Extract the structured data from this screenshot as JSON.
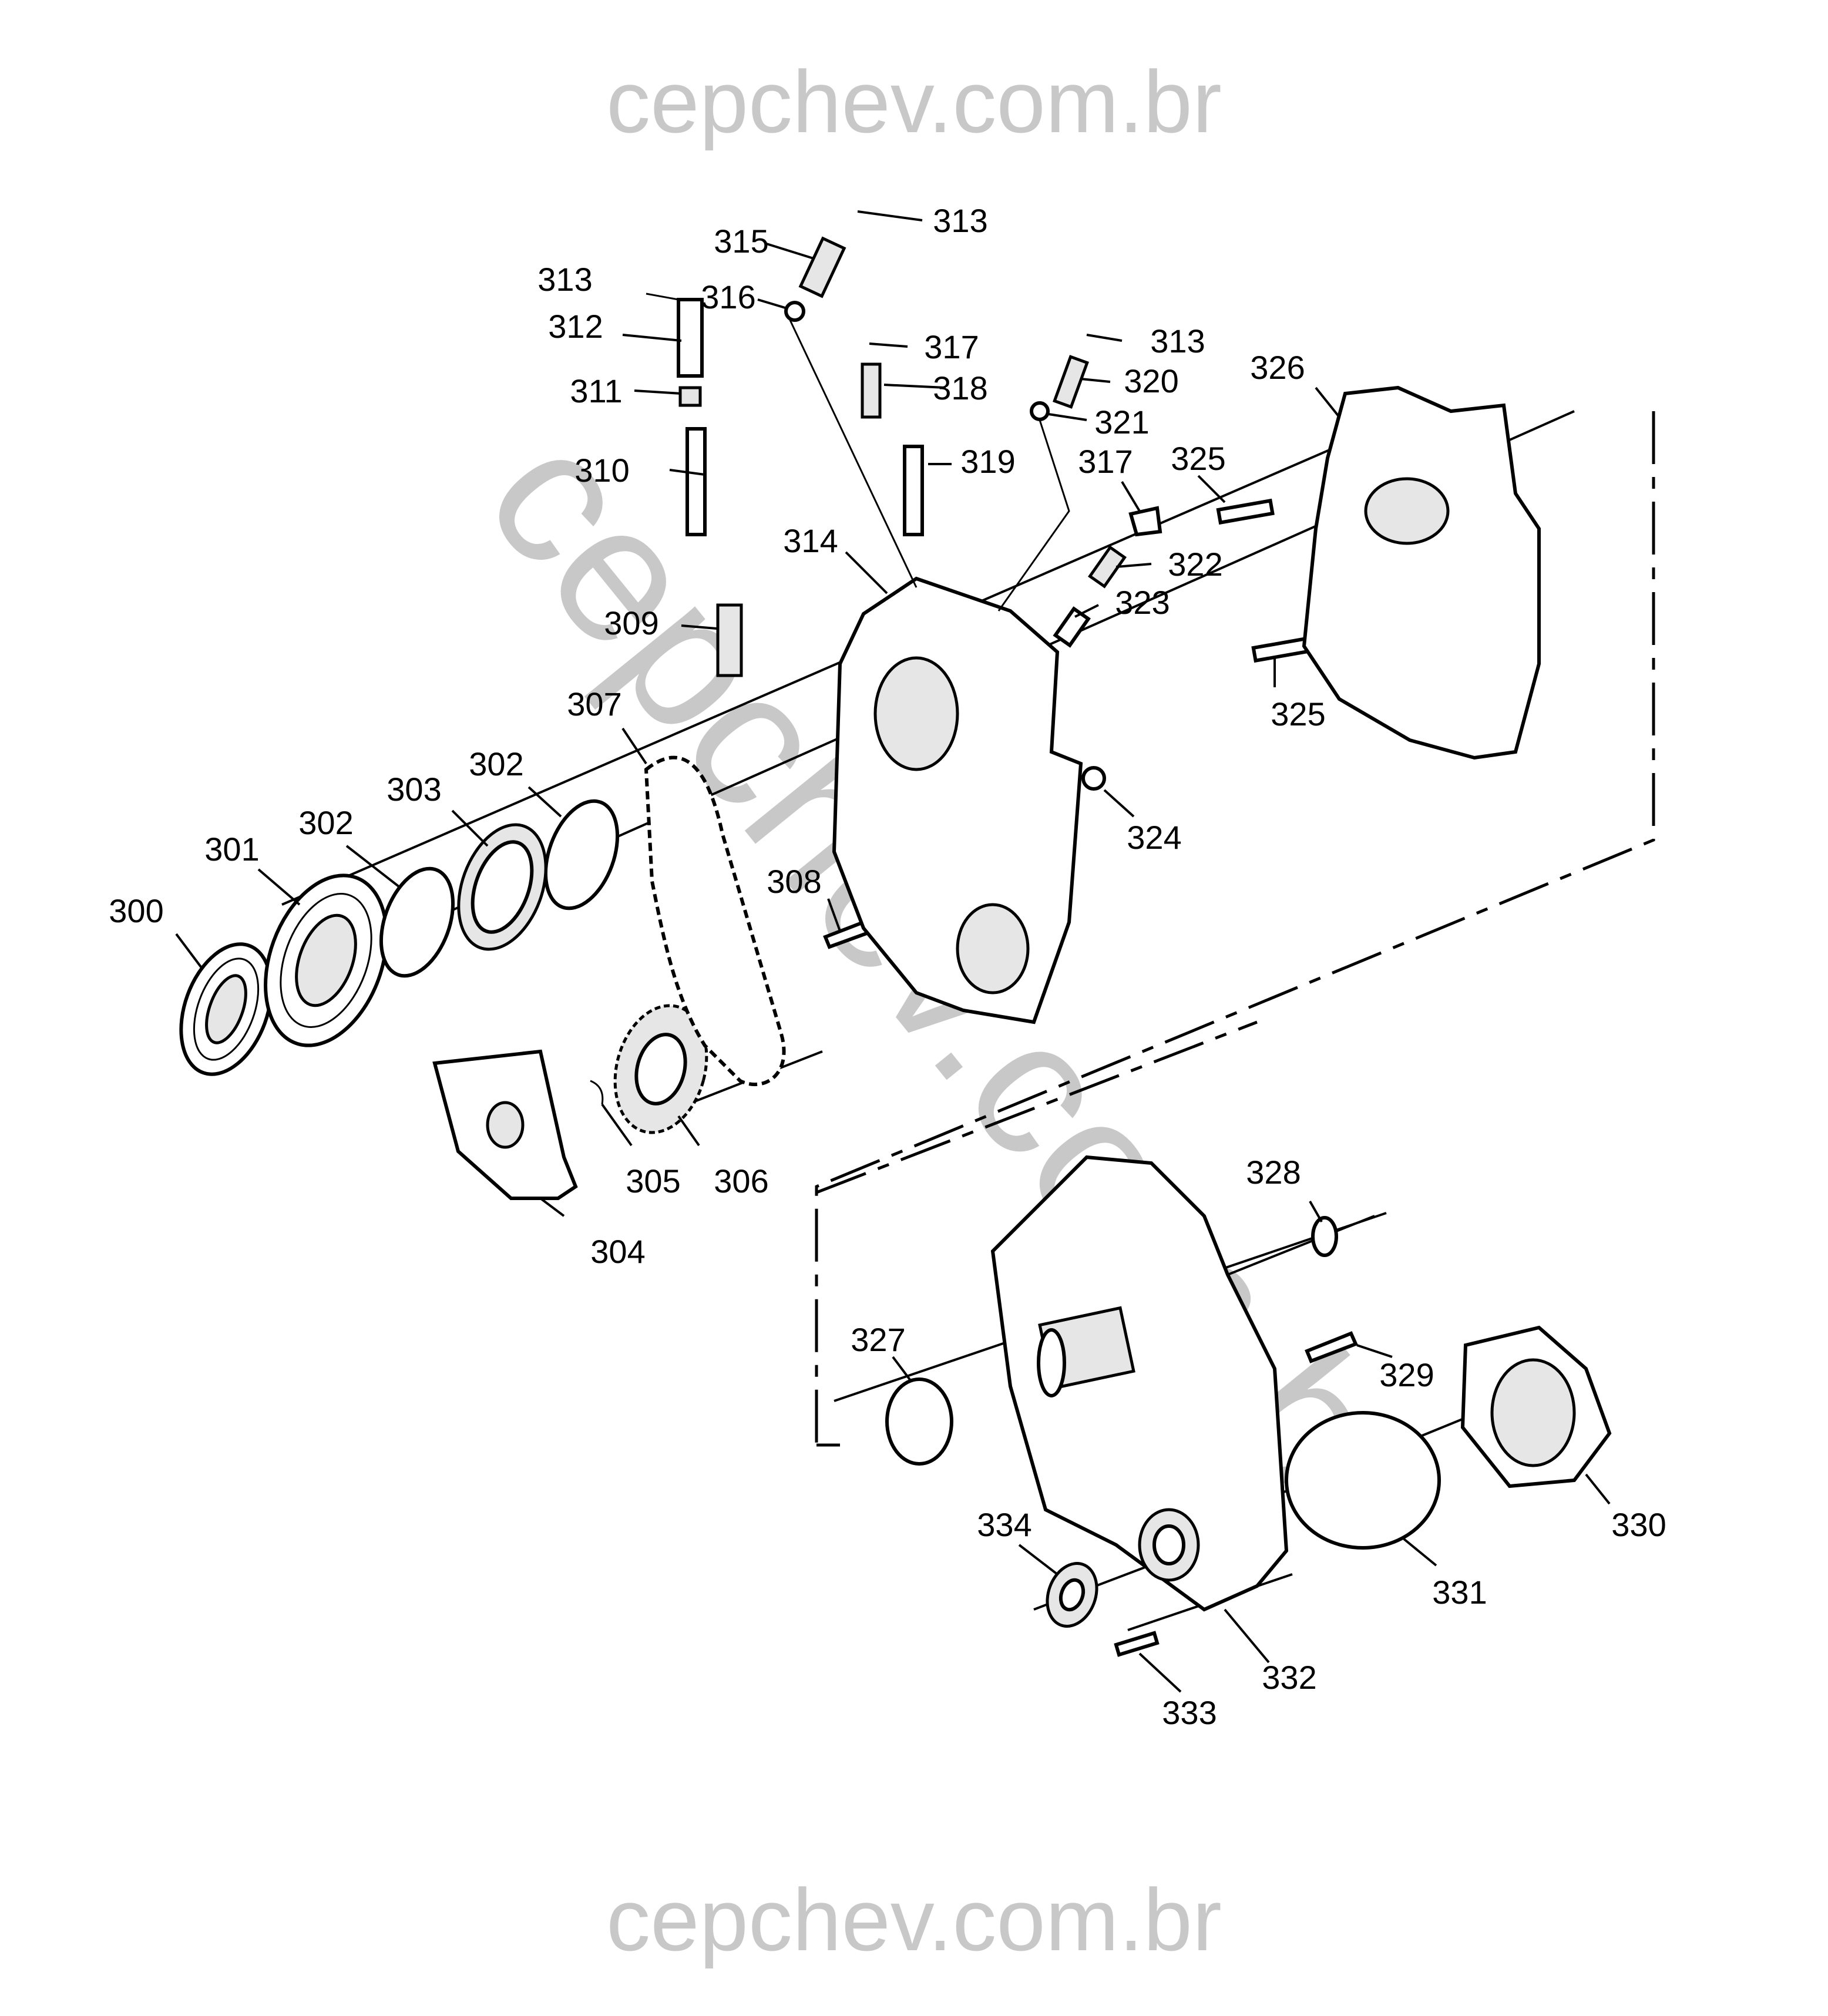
{
  "watermark": {
    "top": "cepchev.com.br",
    "bottom": "cepchev.com.br",
    "diagonal": "cepchev.com.br"
  },
  "callouts": {
    "c300": "300",
    "c301": "301",
    "c302a": "302",
    "c302b": "302",
    "c303": "303",
    "c304": "304",
    "c305": "305",
    "c306": "306",
    "c307": "307",
    "c308": "308",
    "c309": "309",
    "c310": "310",
    "c311": "311",
    "c312": "312",
    "c313a": "313",
    "c313b": "313",
    "c313c": "313",
    "c314": "314",
    "c315": "315",
    "c316": "316",
    "c317a": "317",
    "c317b": "317",
    "c318": "318",
    "c319": "319",
    "c320": "320",
    "c321": "321",
    "c322": "322",
    "c323": "323",
    "c324": "324",
    "c325a": "325",
    "c325b": "325",
    "c326": "326",
    "c327": "327",
    "c328": "328",
    "c329": "329",
    "c330": "330",
    "c331": "331",
    "c332": "332",
    "c333": "333",
    "c334": "334"
  }
}
